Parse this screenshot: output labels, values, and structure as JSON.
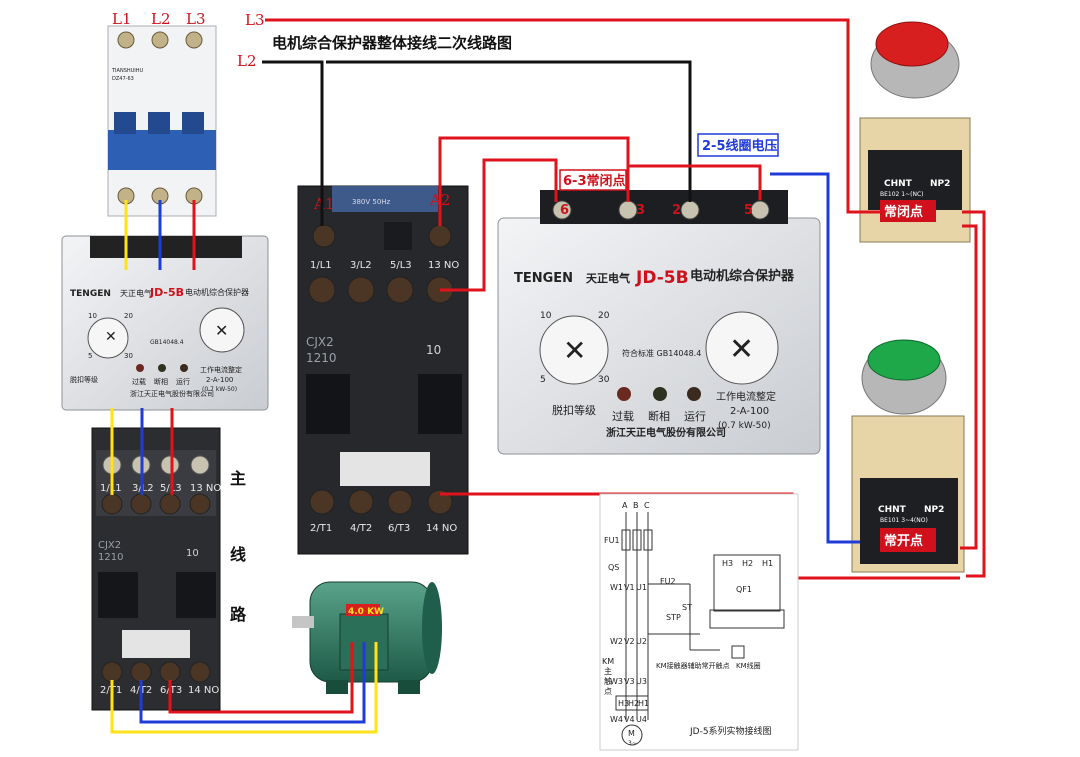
{
  "title": "电机综合保护器整体接线二次线路图",
  "phase_labels": {
    "l1": "L1",
    "l2": "L2",
    "l3": "L3"
  },
  "feed_labels": {
    "l3": "L3",
    "l2": "L2"
  },
  "breaker": {
    "brand_text": "TIANSHUIHU",
    "model_text": "DZ47-63"
  },
  "small_relay": {
    "brand": "TENGEN",
    "brand_cn": "天正电气",
    "model": "JD-5B",
    "name": "电动机综合保护器",
    "dial_ticks": [
      "10",
      "20",
      "5",
      "30"
    ],
    "std": "GB14048.4",
    "leds": [
      "过载",
      "断相",
      "运行"
    ],
    "dial_label": "脱扣等级",
    "setting_label": "工作电流整定",
    "setting_value": "2-A-100",
    "setting_range": "(0.7 kW-50)",
    "company": "浙江天正电气股份有限公司"
  },
  "main_relay": {
    "brand": "TENGEN",
    "brand_cn": "天正电气",
    "model": "JD-5B",
    "name": "电动机综合保护器",
    "dial_ticks": [
      "10",
      "20",
      "5",
      "30"
    ],
    "std": "符合标准  GB14048.4",
    "leds": [
      "过载",
      "断相",
      "运行"
    ],
    "dial_label": "脱扣等级",
    "setting_label": "工作电流整定",
    "setting_value": "2-A-100",
    "setting_range": "(0.7 kW-50)",
    "company": "浙江天正电气股份有限公司",
    "terminals": [
      "6",
      "3",
      "2",
      "5"
    ]
  },
  "contactor_big": {
    "coil_a1": "A1",
    "coil_a2": "A2",
    "coil_spec": "380V 50Hz",
    "top_terminals": [
      "1/L1",
      "3/L2",
      "5/L3",
      "13 NO"
    ],
    "bottom_terminals": [
      "2/T1",
      "4/T2",
      "6/T3",
      "14 NO"
    ],
    "model": "CJX2",
    "rating": "1210",
    "frame": "10"
  },
  "contactor_small": {
    "top_terminals": [
      "1/L1",
      "3/L2",
      "5/L3",
      "13 NO"
    ],
    "bottom_terminals": [
      "2/T1",
      "4/T2",
      "6/T3",
      "14 NO"
    ],
    "model": "CJX2",
    "rating": "1210",
    "frame": "10"
  },
  "main_circuit_label": [
    "主",
    "线",
    "路"
  ],
  "motor": {
    "power": "4.0 KW"
  },
  "annotations": {
    "coil_voltage": "2-5线圈电压",
    "nc_contact": "6-3常闭点"
  },
  "buttons": [
    {
      "brand": "CHNT",
      "model": "NP2",
      "spec": "BE102 1~(NC)",
      "label": "常闭点",
      "color": "#d81f1f"
    },
    {
      "brand": "CHNT",
      "model": "NP2",
      "spec": "BE101 3~4(NO)",
      "label": "常开点",
      "color": "#1ea84a"
    }
  ],
  "schematic": {
    "phases": [
      "A",
      "B",
      "C"
    ],
    "fu1": "FU1",
    "qs": "QS",
    "row1": [
      "W1",
      "V1",
      "U1"
    ],
    "row2": [
      "W2",
      "V2",
      "U2"
    ],
    "row3": [
      "W3",
      "V3",
      "U3"
    ],
    "row4": [
      "H3",
      "H2",
      "H1"
    ],
    "row5": [
      "W4",
      "V4",
      "U4"
    ],
    "km_label": [
      "KM",
      "主",
      "触",
      "点"
    ],
    "fu2": "FU2",
    "stp": "STP",
    "st": "ST",
    "qf1": "QF1",
    "top_box": [
      "H3",
      "H2",
      "H1"
    ],
    "aux_label": "KM接触器辅助常开触点",
    "coil_label": "KM线圈",
    "motor": "M",
    "motor_sub": "3~",
    "caption": "JD-5系列实物接线图"
  },
  "colors": {
    "red": "#e0131c",
    "blue": "#1f3bd8",
    "yellow": "#ffe21a",
    "black": "#111111"
  }
}
